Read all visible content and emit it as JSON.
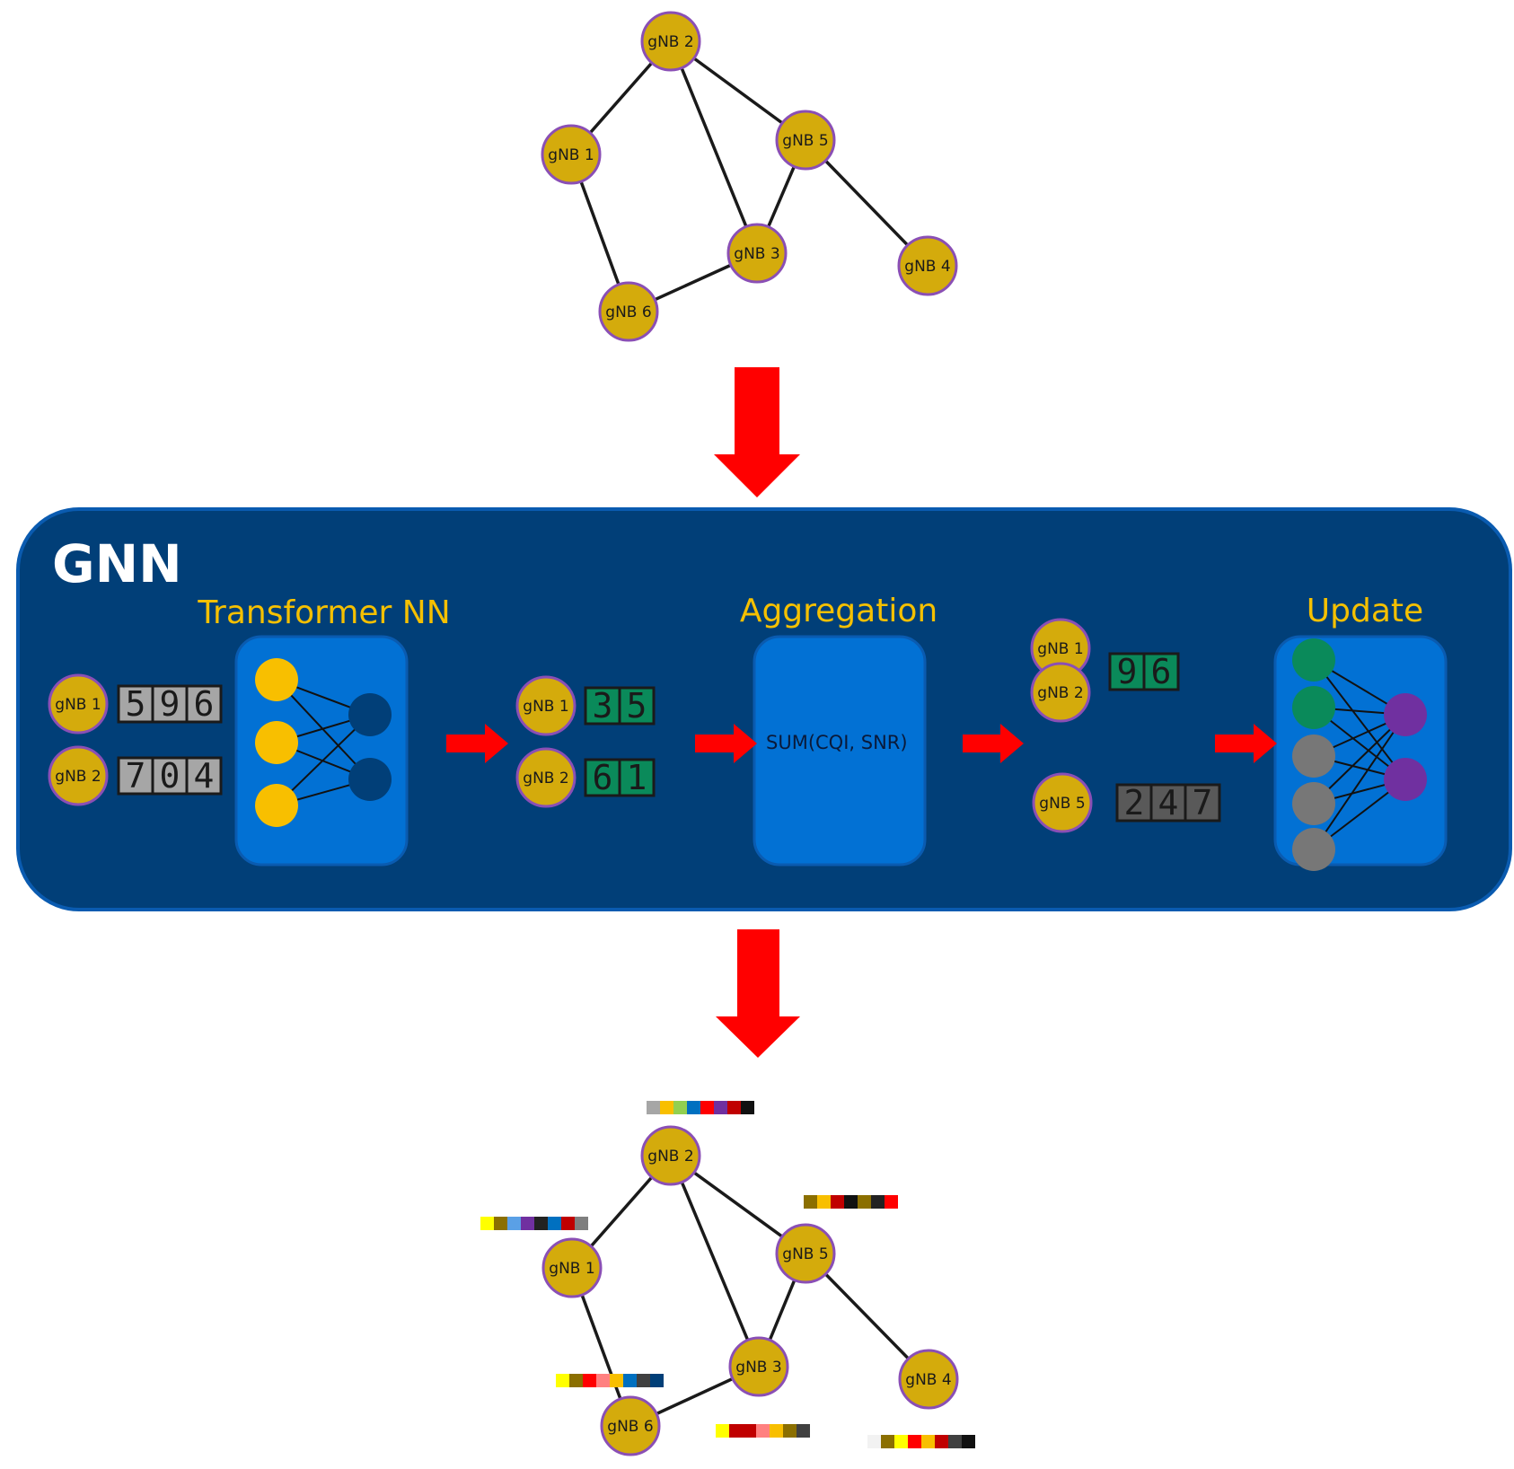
{
  "colors": {
    "node_fill": "#d4ab0c",
    "node_stroke": "#8a4fb5",
    "edge": "#1a1a1a",
    "arrow": "#ff0000",
    "gnn_bg": "#013f78",
    "gnn_border": "#0a5bb0",
    "box_fill": "#0271d4",
    "box_stroke": "#0a5bb0",
    "title_yellow": "#f5c000",
    "input_neuron": "#f8bf00",
    "hidden_neuron": "#013f78",
    "green_neuron": "#0a8a5a",
    "gray_neuron": "#777777",
    "purple_neuron": "#7030a0",
    "gray_vector": "#a6a6a6",
    "dark_vector": "#595959",
    "green_vector": "#0a8a5a"
  },
  "top_graph": {
    "nodes": [
      {
        "id": "gNB 2",
        "label": "gNB 2"
      },
      {
        "id": "gNB 1",
        "label": "gNB 1"
      },
      {
        "id": "gNB 5",
        "label": "gNB 5"
      },
      {
        "id": "gNB 3",
        "label": "gNB 3"
      },
      {
        "id": "gNB 4",
        "label": "gNB 4"
      },
      {
        "id": "gNB 6",
        "label": "gNB 6"
      }
    ],
    "edges": [
      [
        "gNB 2",
        "gNB 1"
      ],
      [
        "gNB 2",
        "gNB 5"
      ],
      [
        "gNB 2",
        "gNB 3"
      ],
      [
        "gNB 1",
        "gNB 6"
      ],
      [
        "gNB 6",
        "gNB 3"
      ],
      [
        "gNB 3",
        "gNB 5"
      ],
      [
        "gNB 5",
        "gNB 4"
      ]
    ]
  },
  "gnn": {
    "title": "GNN",
    "transformer": {
      "title": "Transformer NN",
      "inputs": [
        {
          "node": "gNB 1",
          "values": [
            "5",
            "9",
            "6"
          ]
        },
        {
          "node": "gNB 2",
          "values": [
            "7",
            "0",
            "4"
          ]
        }
      ]
    },
    "transformer_outputs": [
      {
        "node": "gNB 1",
        "values": [
          "3",
          "5"
        ]
      },
      {
        "node": "gNB 2",
        "values": [
          "6",
          "1"
        ]
      }
    ],
    "aggregation": {
      "title": "Aggregation",
      "formula": "SUM(CQI, SNR)"
    },
    "aggregation_outputs": {
      "stacked_nodes": [
        "gNB 1",
        "gNB 2"
      ],
      "aggregated_values": [
        "9",
        "6"
      ],
      "self_node": "gNB 5",
      "self_values": [
        "2",
        "4",
        "7"
      ]
    },
    "update": {
      "title": "Update"
    }
  },
  "bottom_graph": {
    "nodes": [
      {
        "id": "gNB 2",
        "label": "gNB 2",
        "embedding": [
          "#a6a6a6",
          "#f8bf00",
          "#92d050",
          "#0070c0",
          "#ff0000",
          "#7030a0",
          "#c00000",
          "#111111"
        ]
      },
      {
        "id": "gNB 1",
        "label": "gNB 1",
        "embedding": [
          "#ffff00",
          "#8b6f00",
          "#5aa0e6",
          "#7030a0",
          "#222222",
          "#0070c0",
          "#c00000",
          "#7f7f7f"
        ]
      },
      {
        "id": "gNB 5",
        "label": "gNB 5",
        "embedding": [
          "#8b6f00",
          "#f8bf00",
          "#c00000",
          "#111111",
          "#8b6f00",
          "#222222",
          "#ff0000"
        ]
      },
      {
        "id": "gNB 3",
        "label": "gNB 3",
        "embedding": [
          "#ffff00",
          "#c00000",
          "#c00000",
          "#ff8080",
          "#f8bf00",
          "#8b6f00",
          "#404040"
        ]
      },
      {
        "id": "gNB 4",
        "label": "gNB 4",
        "embedding": [
          "#f2f2f2",
          "#8b6f00",
          "#ffff00",
          "#ff0000",
          "#f8bf00",
          "#c00000",
          "#404040",
          "#111111"
        ]
      },
      {
        "id": "gNB 6",
        "label": "gNB 6",
        "embedding": [
          "#ffff00",
          "#8b6f00",
          "#ff0000",
          "#ff8080",
          "#f8bf00",
          "#0070c0",
          "#404040",
          "#013f78"
        ]
      }
    ],
    "edges": [
      [
        "gNB 2",
        "gNB 1"
      ],
      [
        "gNB 2",
        "gNB 5"
      ],
      [
        "gNB 2",
        "gNB 3"
      ],
      [
        "gNB 1",
        "gNB 6"
      ],
      [
        "gNB 6",
        "gNB 3"
      ],
      [
        "gNB 3",
        "gNB 5"
      ],
      [
        "gNB 5",
        "gNB 4"
      ]
    ]
  }
}
